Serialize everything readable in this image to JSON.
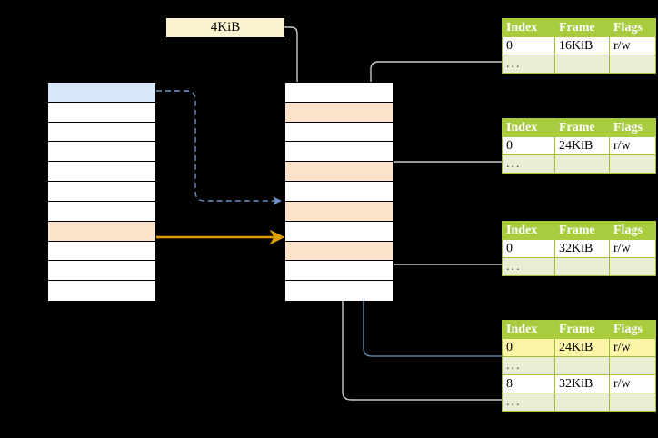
{
  "diagram": {
    "title": "page-table-translation-diagram",
    "page_size_label": "4KiB",
    "colors": {
      "table_header_green": "#a9cc3e",
      "table_alt_row": "#e9eed5",
      "highlight_yellow": "#fbf5a6",
      "virtual_highlight_blue": "#d7e6fa",
      "frame_highlight_peach": "#fde3cc",
      "label_bg": "#fdf2cf",
      "orange_arrow": "#dda000",
      "blue_arrow": "#6f92c4",
      "gray_arrow": "#c9c9c9"
    },
    "virtual_column": {
      "name": "virtual-address-space",
      "row_count": 11,
      "rows": [
        {
          "fill": "blue"
        },
        {
          "fill": "white"
        },
        {
          "fill": "white"
        },
        {
          "fill": "white"
        },
        {
          "fill": "white"
        },
        {
          "fill": "white"
        },
        {
          "fill": "white"
        },
        {
          "fill": "peach"
        },
        {
          "fill": "white"
        },
        {
          "fill": "white"
        },
        {
          "fill": "white"
        }
      ]
    },
    "physical_column": {
      "name": "physical-memory",
      "row_count": 11,
      "rows": [
        {
          "fill": "white"
        },
        {
          "fill": "peach"
        },
        {
          "fill": "white"
        },
        {
          "fill": "white"
        },
        {
          "fill": "peach"
        },
        {
          "fill": "white"
        },
        {
          "fill": "peach"
        },
        {
          "fill": "white"
        },
        {
          "fill": "peach"
        },
        {
          "fill": "white"
        },
        {
          "fill": "white"
        }
      ]
    },
    "page_tables": [
      {
        "name": "page-table-1",
        "headers": [
          "Index",
          "Frame",
          "Flags"
        ],
        "rows": [
          {
            "cells": [
              "0",
              "16KiB",
              "r/w"
            ],
            "style": "normal"
          },
          {
            "cells": [
              "...",
              "",
              ""
            ],
            "style": "alt"
          }
        ]
      },
      {
        "name": "page-table-2",
        "headers": [
          "Index",
          "Frame",
          "Flags"
        ],
        "rows": [
          {
            "cells": [
              "0",
              "24KiB",
              "r/w"
            ],
            "style": "normal"
          },
          {
            "cells": [
              "...",
              "",
              ""
            ],
            "style": "alt"
          }
        ]
      },
      {
        "name": "page-table-3",
        "headers": [
          "Index",
          "Frame",
          "Flags"
        ],
        "rows": [
          {
            "cells": [
              "0",
              "32KiB",
              "r/w"
            ],
            "style": "normal"
          },
          {
            "cells": [
              "...",
              "",
              ""
            ],
            "style": "alt"
          }
        ]
      },
      {
        "name": "page-table-4",
        "headers": [
          "Index",
          "Frame",
          "Flags"
        ],
        "rows": [
          {
            "cells": [
              "0",
              "24KiB",
              "r/w"
            ],
            "style": "highlight"
          },
          {
            "cells": [
              "...",
              "",
              ""
            ],
            "style": "alt"
          },
          {
            "cells": [
              "8",
              "32KiB",
              "r/w"
            ],
            "style": "normal"
          },
          {
            "cells": [
              "...",
              "",
              ""
            ],
            "style": "alt"
          }
        ]
      }
    ]
  }
}
